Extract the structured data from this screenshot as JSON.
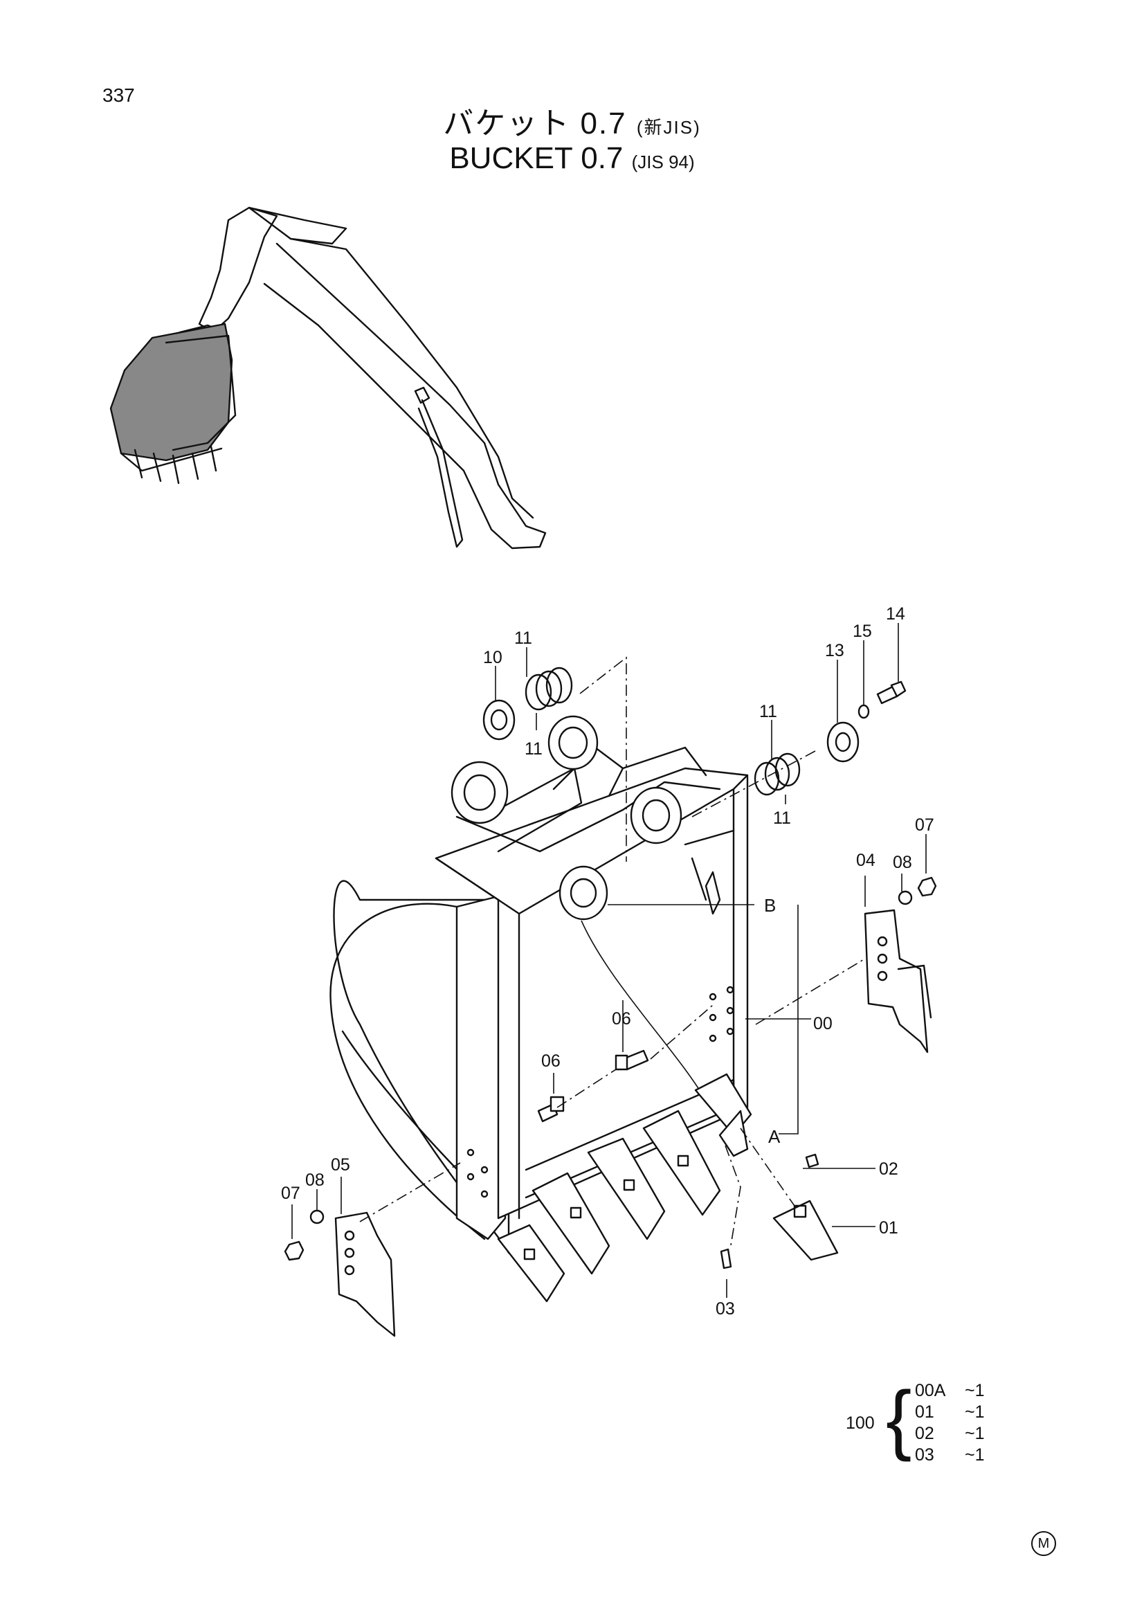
{
  "page": {
    "number": "337"
  },
  "title": {
    "ja": "バケット 0.7",
    "ja_note": "(新JIS)",
    "en": "BUCKET 0.7",
    "en_note": "(JIS 94)"
  },
  "labels": {
    "l00": "00",
    "l01": "01",
    "l02": "02",
    "l03": "03",
    "l04": "04",
    "l05": "05",
    "l06a": "06",
    "l06b": "06",
    "l07a": "07",
    "l07b": "07",
    "l08a": "08",
    "l08b": "08",
    "l10": "10",
    "l11a": "11",
    "l11b": "11",
    "l11c": "11",
    "l11d": "11",
    "l13": "13",
    "l14": "14",
    "l15": "15",
    "lA": "A",
    "lB": "B"
  },
  "kit": {
    "number": "100",
    "rows": [
      {
        "code": "00A",
        "qty": "~1"
      },
      {
        "code": "01",
        "qty": "~1"
      },
      {
        "code": "02",
        "qty": "~1"
      },
      {
        "code": "03",
        "qty": "~1"
      }
    ]
  },
  "mark": "M"
}
